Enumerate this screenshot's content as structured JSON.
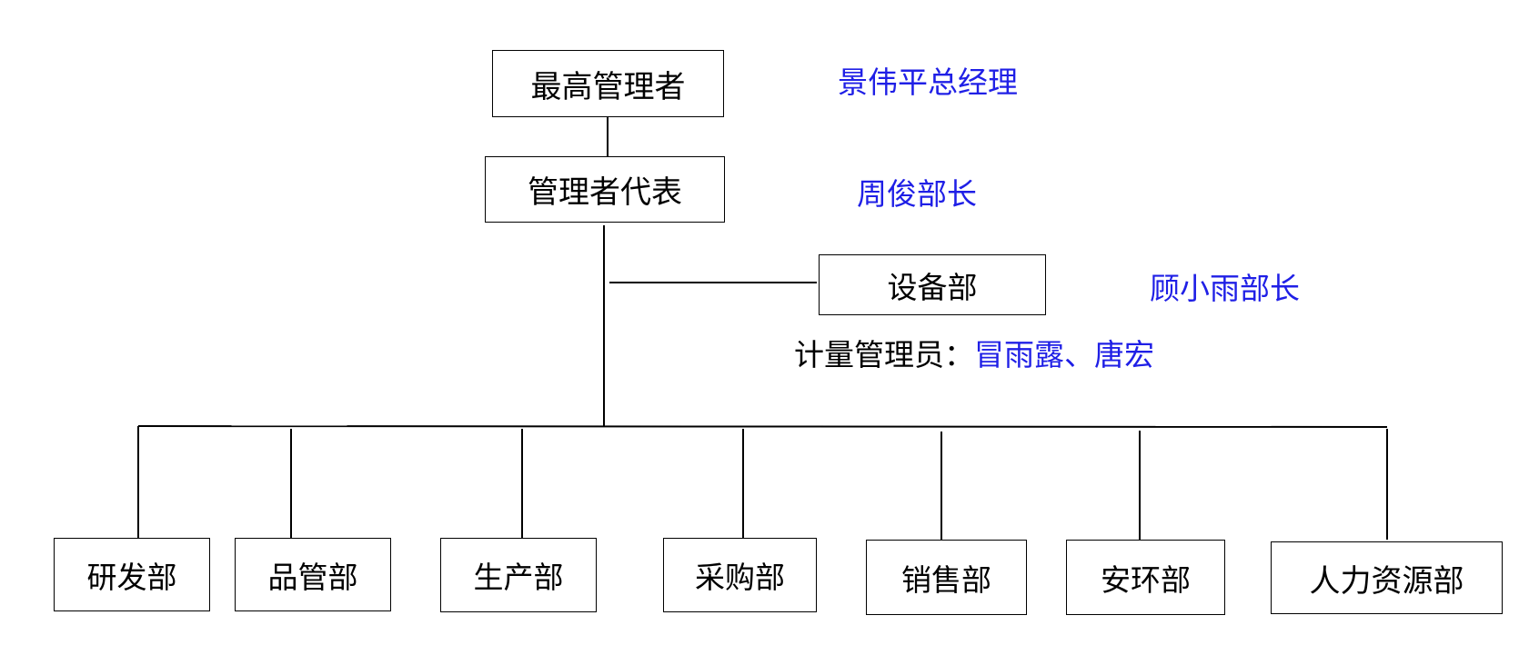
{
  "colors": {
    "line": "#000000",
    "name_text": "#1f1fe6",
    "box_text": "#000000"
  },
  "top_manager": {
    "label": "最高管理者",
    "person": "景伟平总经理"
  },
  "management_rep": {
    "label": "管理者代表",
    "person": "周俊部长"
  },
  "equipment_dept": {
    "label": "设备部",
    "person": "顾小雨部长",
    "metrology_label": "计量管理员：",
    "metrology_names": "冒雨露、唐宏"
  },
  "departments": [
    {
      "label": "研发部"
    },
    {
      "label": "品管部"
    },
    {
      "label": "生产部"
    },
    {
      "label": "采购部"
    },
    {
      "label": "销售部"
    },
    {
      "label": "安环部"
    },
    {
      "label": "人力资源部"
    }
  ]
}
